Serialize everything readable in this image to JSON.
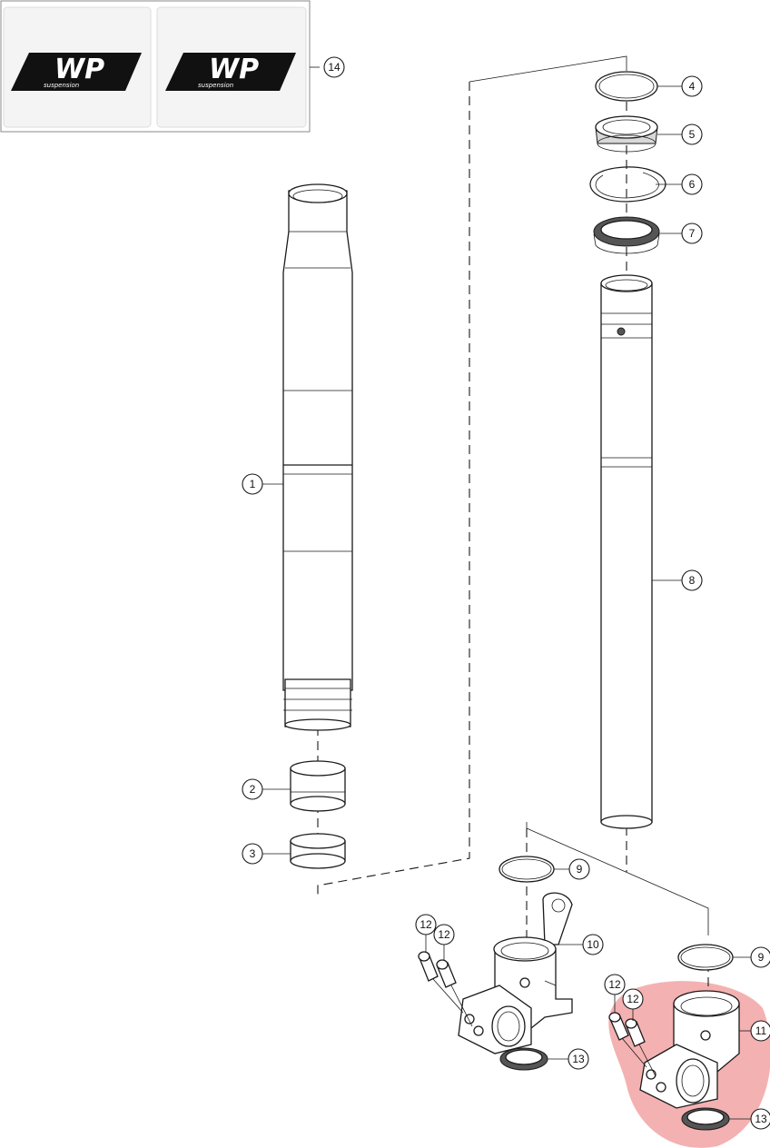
{
  "diagram": {
    "decal_text": "suspension",
    "decal_logo": "WP",
    "highlight_color": "#f2a3a3",
    "callouts": [
      "1",
      "2",
      "3",
      "4",
      "5",
      "6",
      "7",
      "8",
      "9",
      "9",
      "10",
      "11",
      "12",
      "12",
      "12",
      "12",
      "13",
      "13",
      "14"
    ]
  }
}
